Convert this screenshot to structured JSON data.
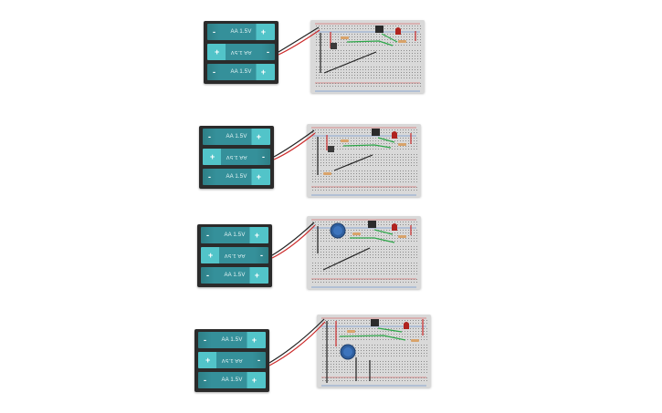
{
  "battery_label": "AA 1.5V",
  "polarity": {
    "plus": "+",
    "minus": "-"
  },
  "colors": {
    "battery_case": "#2b2b2b",
    "battery_cell": "#35909a",
    "battery_terminal": "#52c4c9",
    "breadboard": "#d9d9d9",
    "breadboard_hole": "#8a8a8a",
    "rail_red": "#d43b3b",
    "rail_blue": "#3b73c8",
    "wire_black": "#222222",
    "wire_red": "#cc2b2b",
    "wire_green": "#2ea84a",
    "led_red": "#b0231f",
    "potentiometer": "#2f5f9f",
    "resistor": "#d9a36a"
  },
  "circuits": [
    {
      "components": [
        "battery-pack",
        "breadboard",
        "transistor",
        "led",
        "resistor",
        "resistor",
        "pushbutton"
      ]
    },
    {
      "components": [
        "battery-pack",
        "breadboard",
        "transistor",
        "led",
        "resistor",
        "resistor",
        "resistor",
        "pushbutton"
      ]
    },
    {
      "components": [
        "battery-pack",
        "breadboard",
        "transistor",
        "led",
        "resistor",
        "resistor",
        "potentiometer"
      ]
    },
    {
      "components": [
        "battery-pack",
        "breadboard",
        "transistor",
        "led",
        "resistor",
        "resistor",
        "potentiometer"
      ]
    }
  ]
}
